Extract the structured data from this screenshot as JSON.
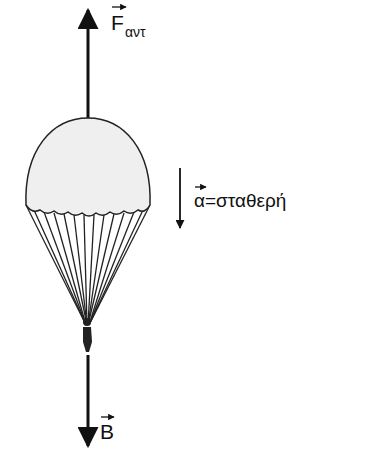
{
  "diagram": {
    "labels": [
      "F",
      "αντ",
      "α=σταθερή",
      "B"
    ]
  }
}
